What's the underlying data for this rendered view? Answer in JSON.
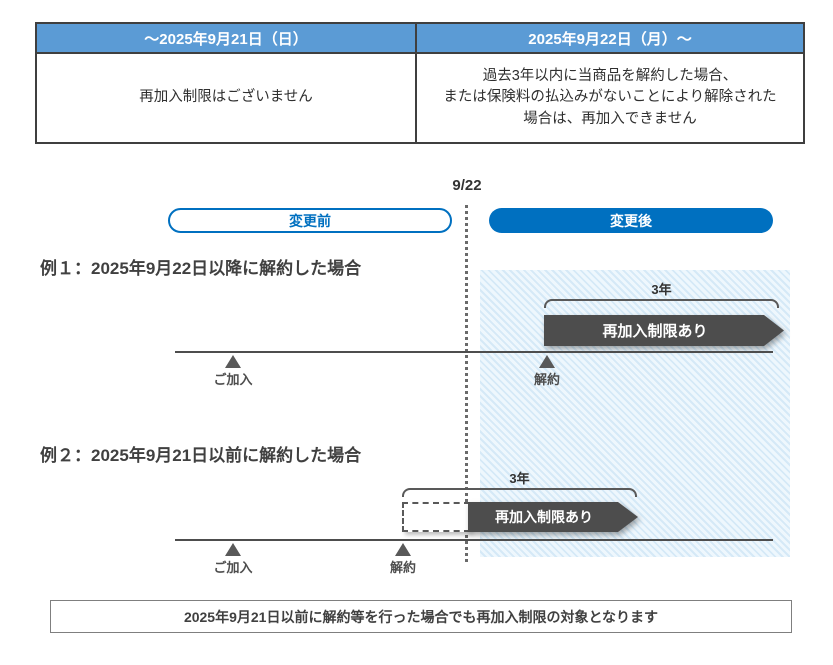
{
  "table": {
    "columns": [
      {
        "header": "～2025年9月21日（日）",
        "body": "再加入制限はございません"
      },
      {
        "header": "2025年9月22日（月）～",
        "body": "過去3年以内に当商品を解約した場合、\nまたは保険料の払込みがないことにより解除された\n場合は、再加入できません"
      }
    ]
  },
  "timeline": {
    "date_label": "9/22",
    "before_label": "変更前",
    "after_label": "変更後",
    "examples": [
      {
        "title": "例１：2025年9月22日以降に解約した場合",
        "duration_label": "3年",
        "arrow_label": "再加入制限あり",
        "markers": [
          {
            "label": "ご加入"
          },
          {
            "label": "解約"
          }
        ]
      },
      {
        "title": "例２：2025年9月21日以前に解約した場合",
        "duration_label": "3年",
        "arrow_label": "再加入制限あり",
        "markers": [
          {
            "label": "ご加入"
          },
          {
            "label": "解約"
          }
        ]
      }
    ]
  },
  "footer_note": "2025年9月21日以前に解約等を行った場合でも再加入制限の対象となります",
  "colors": {
    "table_header_bg": "#5B9BD5",
    "accent_blue": "#0070C0",
    "arrow_gray": "#4d4d4d",
    "line_gray": "#595959",
    "shade_stripe": "#d5e9f7",
    "shade_bg": "#eef7fd"
  }
}
